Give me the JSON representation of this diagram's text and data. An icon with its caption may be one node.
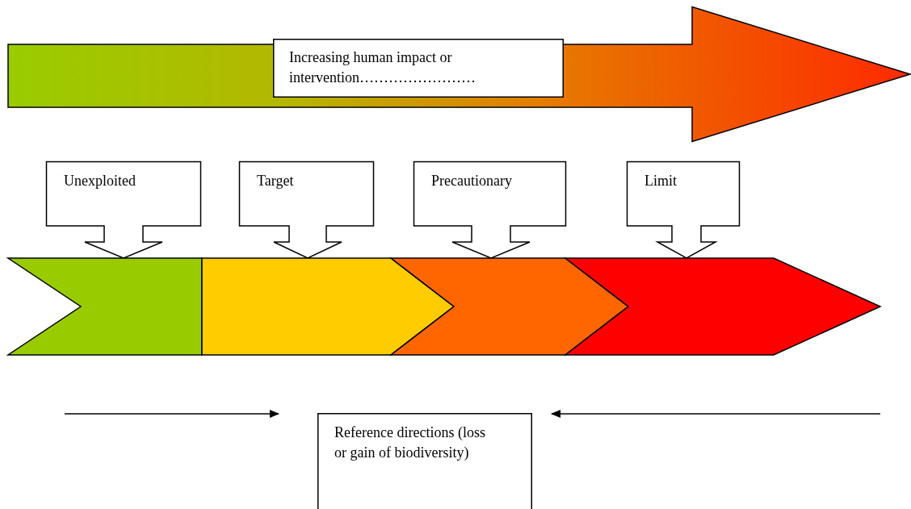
{
  "diagram": {
    "nodes": [
      {
        "text": [],
        "shape": "arrow"
      },
      {
        "text": [
          "Increasing human impact or intervention……………………"
        ],
        "in": 0
      },
      {
        "text": [
          "Unexploited"
        ]
      },
      {
        "text": [
          "Target"
        ]
      },
      {
        "text": [
          "Precautionary"
        ]
      },
      {
        "text": [
          "Limit"
        ]
      },
      {
        "text": [],
        "shape": "chevron"
      },
      {
        "text": [],
        "shape": "chevron"
      },
      {
        "text": [],
        "shape": "chevron"
      },
      {
        "text": [],
        "shape": "chevron"
      },
      {
        "text": [
          "Reference directions (loss or gain of biodiversity)"
        ]
      }
    ]
  }
}
